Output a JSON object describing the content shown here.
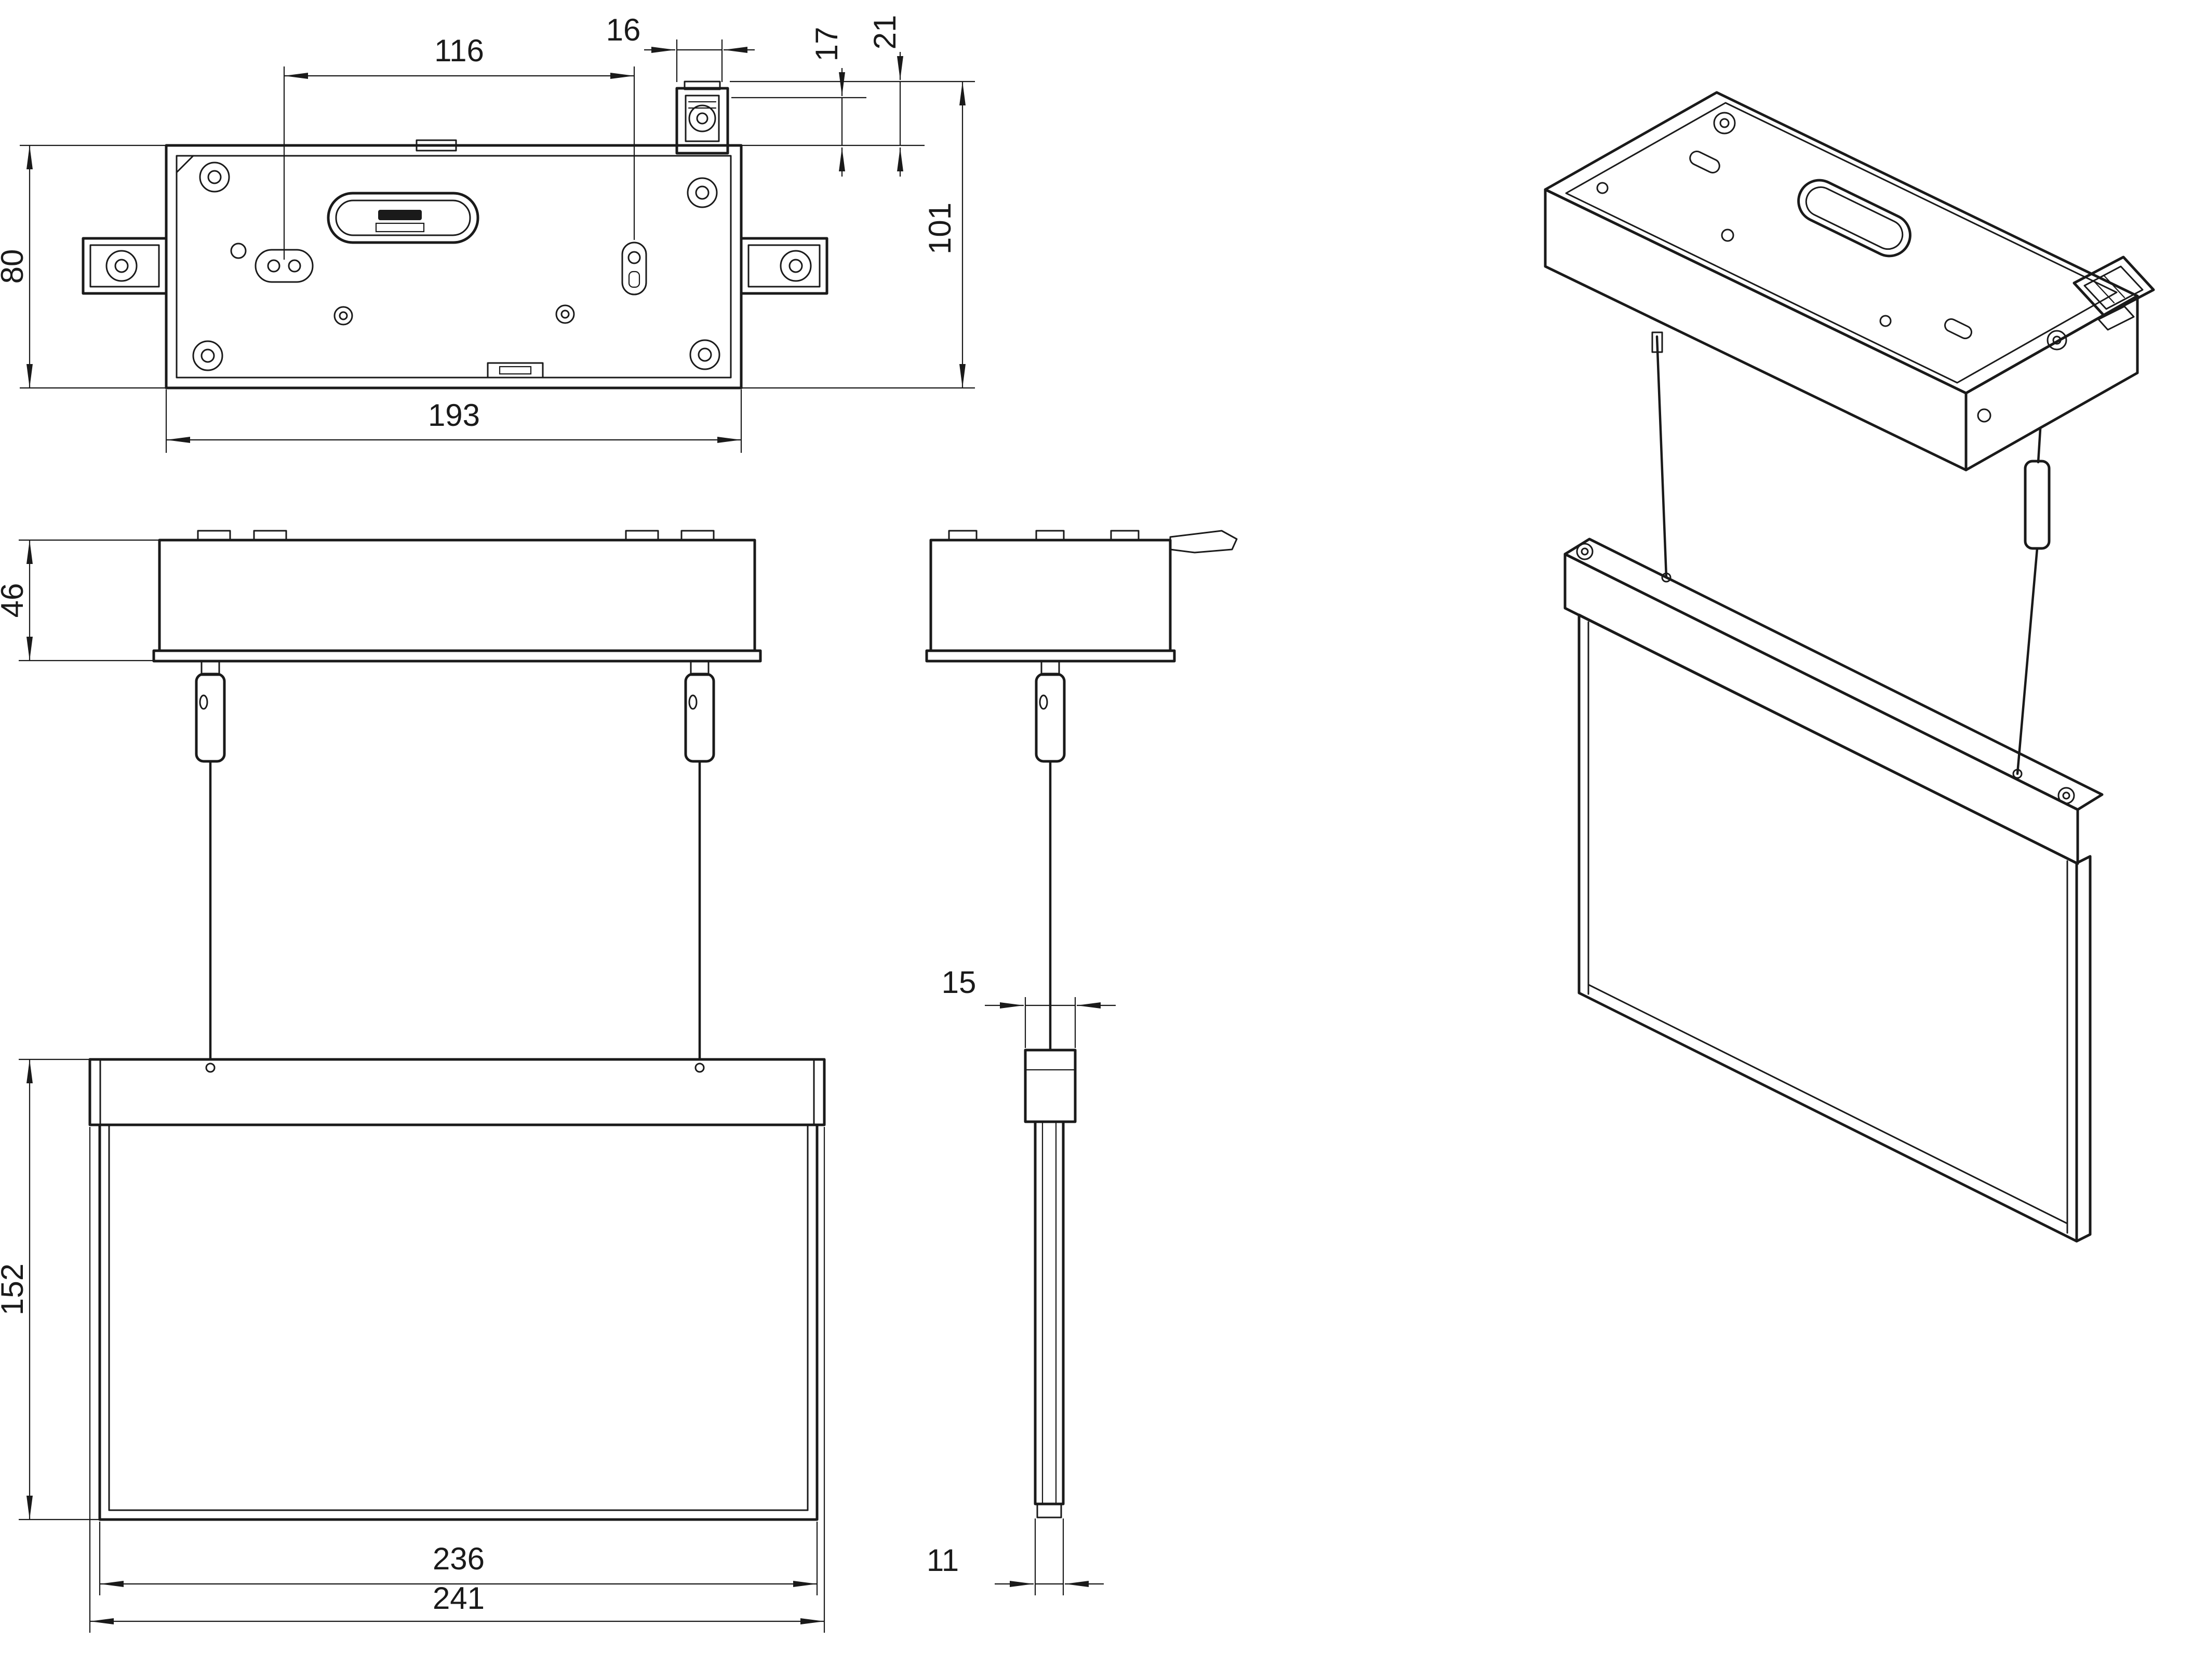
{
  "drawing": {
    "description": "Dimensioned multi-view technical drawing of a suspended (pendant) emergency exit sign luminaire: plan view of mounting box, front and side elevations of suspended blade sign, and isometric view",
    "colors": {
      "line": "#1a1a1a",
      "background": "#ffffff"
    }
  },
  "dims": {
    "slot_spacing": "116",
    "latch_width": "16",
    "latch_offset_a": "17",
    "latch_offset_b": "21",
    "box_depth": "80",
    "box_total_depth": "101",
    "box_width": "193",
    "canopy_height": "46",
    "sign_height": "152",
    "panel_width": "236",
    "overall_width": "241",
    "coupler_width": "15",
    "blade_thickness": "11"
  }
}
